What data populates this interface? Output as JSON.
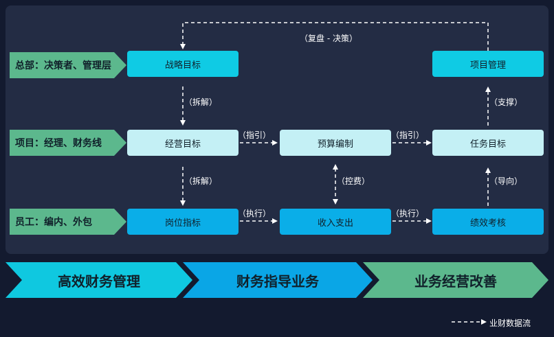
{
  "lanes": {
    "hq": "总部：决策者、管理层",
    "project": "项目：经理、财务线",
    "staff": "员工：编内、外包"
  },
  "nodes": {
    "strategy": "战略目标",
    "project_mgmt": "项目管理",
    "operation": "经营目标",
    "budget": "预算编制",
    "task": "任务目标",
    "position": "岗位指标",
    "income": "收入支出",
    "performance": "绩效考核"
  },
  "edges": {
    "review_decision": "（复盘 - 决策）",
    "decompose_1": "（拆解）",
    "support": "（支撑）",
    "guide_1": "（指引）",
    "guide_2": "（指引）",
    "decompose_2": "（拆解）",
    "cost_control": "（控费）",
    "direct": "（导向）",
    "execute_1": "（执行）",
    "execute_2": "（执行）"
  },
  "banners": {
    "left": "高效财务管理",
    "middle": "财务指导业务",
    "right": "业务经营改善"
  },
  "legend": {
    "label": "业财数据流"
  },
  "colors": {
    "lane": "#5cb88d",
    "top_box": "#0fcbe4",
    "mid_box": "#c4f0f5",
    "low_box": "#0aaee8",
    "banner_left": "#0fc8e0",
    "banner_middle": "#0aa6e6",
    "banner_right": "#5cb88d"
  }
}
